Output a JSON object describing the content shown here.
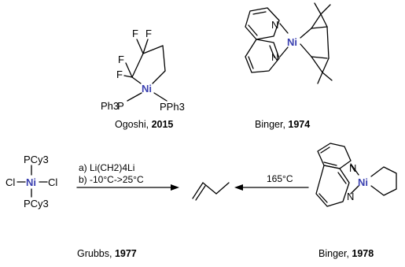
{
  "atoms": {
    "F": "F",
    "N": "N",
    "Ni": "Ni",
    "Cl": "Cl",
    "P": "P",
    "Ph3": "Ph3",
    "PPh3": "PPh3",
    "PCy3": "PCy3"
  },
  "captions": {
    "ogoshi": {
      "name": "Ogoshi, ",
      "year": "2015"
    },
    "binger1974": {
      "name": "Binger, ",
      "year": "1974"
    },
    "grubbs": {
      "name": "Grubbs, ",
      "year": "1977"
    },
    "binger1978": {
      "name": "Binger, ",
      "year": "1978"
    }
  },
  "reactions": {
    "left_a": "a) Li(CH2)4Li",
    "left_b": "b) -10°C->25°C",
    "right": "165°C"
  }
}
